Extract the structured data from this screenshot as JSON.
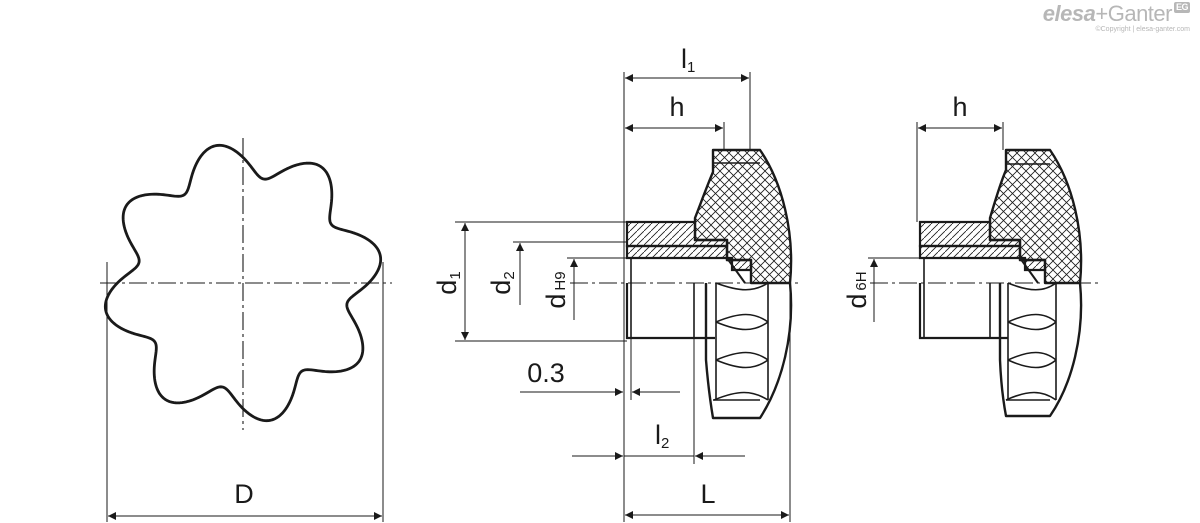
{
  "brand": {
    "name_part1": "elesa",
    "plus": "+",
    "name_part2": "Ganter",
    "badge": "EG",
    "copyright": "©Copyright | elesa-ganter.com",
    "color": "#b7b7b7"
  },
  "dimensions": {
    "D": "D",
    "l1": "l",
    "l1_sub": "1",
    "h_left": "h",
    "h_right": "h",
    "d1": "d",
    "d1_sub": "1",
    "d2": "d",
    "d2_sub": "2",
    "d_h9": "d",
    "d_h9_sub": "H9",
    "d_6h": "d",
    "d_6h_sub": "6H",
    "clearance": "0.3",
    "l2": "l",
    "l2_sub": "2",
    "L": "L"
  },
  "style": {
    "line_color": "#1a1a1a"
  }
}
